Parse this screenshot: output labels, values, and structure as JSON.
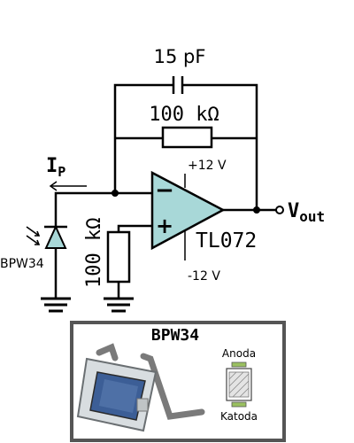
{
  "schematic": {
    "feedback_capacitor": {
      "label": "15 pF"
    },
    "feedback_resistor": {
      "label": "100 kΩ"
    },
    "input_current": {
      "symbol": "I",
      "subscript": "P"
    },
    "photodiode": {
      "label": "BPW34"
    },
    "input_resistor": {
      "label": "100 kΩ"
    },
    "opamp": {
      "label": "TL072",
      "minus_sign": "−",
      "plus_sign": "+",
      "supply_pos": "+12 V",
      "supply_neg": "-12 V"
    },
    "output": {
      "symbol": "V",
      "subscript": "out"
    }
  },
  "component_photo": {
    "title": "BPW34",
    "anode_label": "Anoda",
    "cathode_label": "Katoda"
  },
  "colors": {
    "wire": "#000000",
    "opamp_fill": "#a8d8d8",
    "diode_fill": "#a8d8d8",
    "photo_frame": "#555555",
    "sensor_blue": "#3c5e96"
  }
}
